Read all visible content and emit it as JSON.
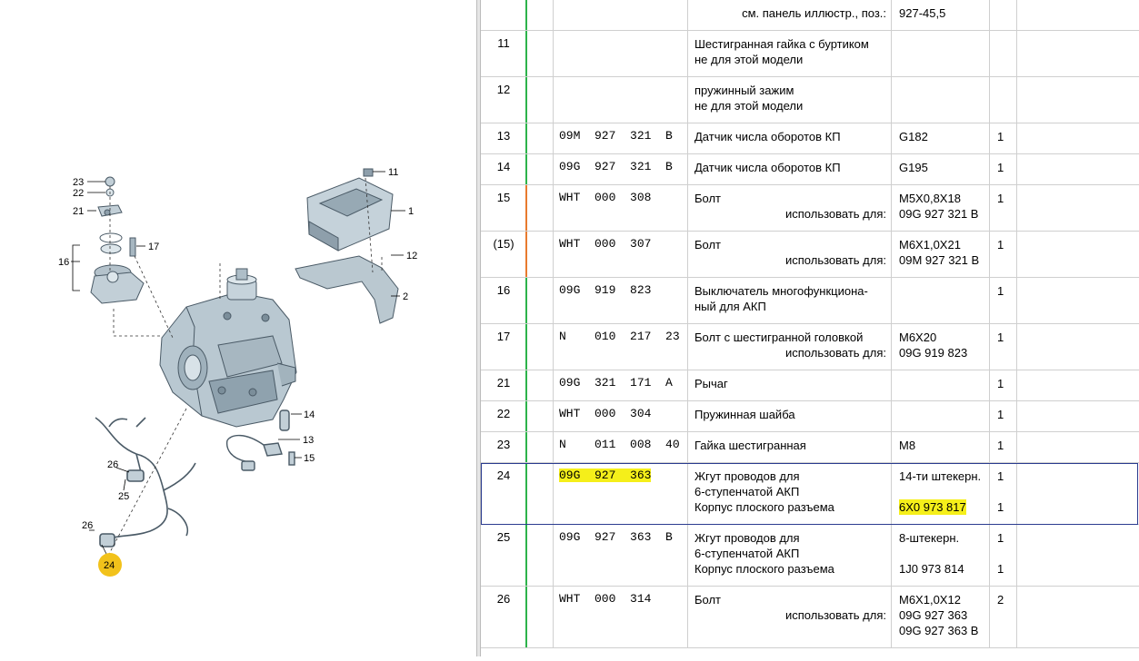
{
  "diagram": {
    "callouts": [
      {
        "id": "23",
        "label": "23"
      },
      {
        "id": "22",
        "label": "22"
      },
      {
        "id": "21",
        "label": "21"
      },
      {
        "id": "16",
        "label": "16"
      },
      {
        "id": "17",
        "label": "17"
      },
      {
        "id": "11",
        "label": "11"
      },
      {
        "id": "1",
        "label": "1"
      },
      {
        "id": "12",
        "label": "12"
      },
      {
        "id": "2",
        "label": "2"
      },
      {
        "id": "14",
        "label": "14"
      },
      {
        "id": "13",
        "label": "13"
      },
      {
        "id": "15",
        "label": "15"
      },
      {
        "id": "26a",
        "label": "26"
      },
      {
        "id": "25",
        "label": "25"
      },
      {
        "id": "26b",
        "label": "26"
      },
      {
        "id": "24",
        "label": "24"
      }
    ],
    "highlight_color": "#f2c21b"
  },
  "table": {
    "rows": [
      {
        "pos": "",
        "part": "",
        "desc": [
          {
            "t": "см. панель иллюстр., поз.:",
            "align": "right"
          }
        ],
        "remark": [
          "927-45,5"
        ],
        "qty": [],
        "accent": "#2db34a"
      },
      {
        "pos": "11",
        "part": "",
        "desc": [
          {
            "t": "Шестигранная гайка с буртиком"
          },
          {
            "t": "не для этой модели"
          }
        ],
        "remark": [],
        "qty": [],
        "accent": "#2db34a"
      },
      {
        "pos": "12",
        "part": "",
        "desc": [
          {
            "t": "пружинный зажим"
          },
          {
            "t": "не для этой модели"
          }
        ],
        "remark": [],
        "qty": [],
        "accent": "#2db34a"
      },
      {
        "pos": "13",
        "part": "09M  927  321  B",
        "desc": [
          {
            "t": "Датчик числа оборотов КП"
          }
        ],
        "remark": [
          "G182"
        ],
        "qty": [
          "1"
        ],
        "accent": "#2db34a"
      },
      {
        "pos": "14",
        "part": "09G  927  321  B",
        "desc": [
          {
            "t": "Датчик числа оборотов КП"
          }
        ],
        "remark": [
          "G195"
        ],
        "qty": [
          "1"
        ],
        "accent": "#2db34a"
      },
      {
        "pos": "15",
        "part": "WHT  000  308",
        "desc": [
          {
            "t": "Болт"
          },
          {
            "t": "использовать для:",
            "align": "right"
          }
        ],
        "remark": [
          "M5X0,8X18",
          "09G 927 321 B"
        ],
        "qty": [
          "1"
        ],
        "accent": "#e87a2e"
      },
      {
        "pos": "(15)",
        "part": "WHT  000  307",
        "desc": [
          {
            "t": "Болт"
          },
          {
            "t": "использовать для:",
            "align": "right"
          }
        ],
        "remark": [
          "M6X1,0X21",
          "09M 927 321 B"
        ],
        "qty": [
          "1"
        ],
        "accent": "#e87a2e"
      },
      {
        "pos": "16",
        "part": "09G  919  823",
        "desc": [
          {
            "t": "Выключатель многофункциона-"
          },
          {
            "t": "ный для АКП"
          }
        ],
        "remark": [],
        "qty": [
          "1"
        ],
        "accent": "#2db34a"
      },
      {
        "pos": "17",
        "part": "N    010  217  23",
        "desc": [
          {
            "t": "Болт с шестигранной головкой"
          },
          {
            "t": "использовать для:",
            "align": "right"
          }
        ],
        "remark": [
          "M6X20",
          "09G 919 823"
        ],
        "qty": [
          "1"
        ],
        "accent": "#2db34a"
      },
      {
        "pos": "21",
        "part": "09G  321  171  A",
        "desc": [
          {
            "t": "Рычаг"
          }
        ],
        "remark": [],
        "qty": [
          "1"
        ],
        "accent": "#2db34a"
      },
      {
        "pos": "22",
        "part": "WHT  000  304",
        "desc": [
          {
            "t": "Пружинная шайба"
          }
        ],
        "remark": [],
        "qty": [
          "1"
        ],
        "accent": "#2db34a"
      },
      {
        "pos": "23",
        "part": "N    011  008  40",
        "desc": [
          {
            "t": "Гайка шестигранная"
          }
        ],
        "remark": [
          "M8"
        ],
        "qty": [
          "1"
        ],
        "accent": "#2db34a"
      },
      {
        "pos": "24",
        "part": "09G  927  363",
        "desc": [
          {
            "t": "Жгут проводов для"
          },
          {
            "t": "6-ступенчатой АКП"
          },
          {
            "t": "Корпус плоского разъема"
          }
        ],
        "remark": [
          "14-ти штекерн.",
          "",
          "6X0 973 817"
        ],
        "qty": [
          "1",
          "",
          "1"
        ],
        "accent": "#2db34a",
        "selected": true
      },
      {
        "pos": "25",
        "part": "09G  927  363  B",
        "desc": [
          {
            "t": "Жгут проводов для"
          },
          {
            "t": "6-ступенчатой АКП"
          },
          {
            "t": "Корпус плоского разъема"
          }
        ],
        "remark": [
          "8-штекерн.",
          "",
          "1J0 973 814"
        ],
        "qty": [
          "1",
          "",
          "1"
        ],
        "accent": "#2db34a"
      },
      {
        "pos": "26",
        "part": "WHT  000  314",
        "desc": [
          {
            "t": "Болт"
          },
          {
            "t": "использовать для:",
            "align": "right"
          }
        ],
        "remark": [
          "M6X1,0X12",
          "09G 927 363",
          "09G 927 363 B"
        ],
        "qty": [
          "2"
        ],
        "accent": "#2db34a"
      }
    ],
    "highlight_color": "#f5ef1a",
    "selection_border": "#2a3b8f"
  }
}
